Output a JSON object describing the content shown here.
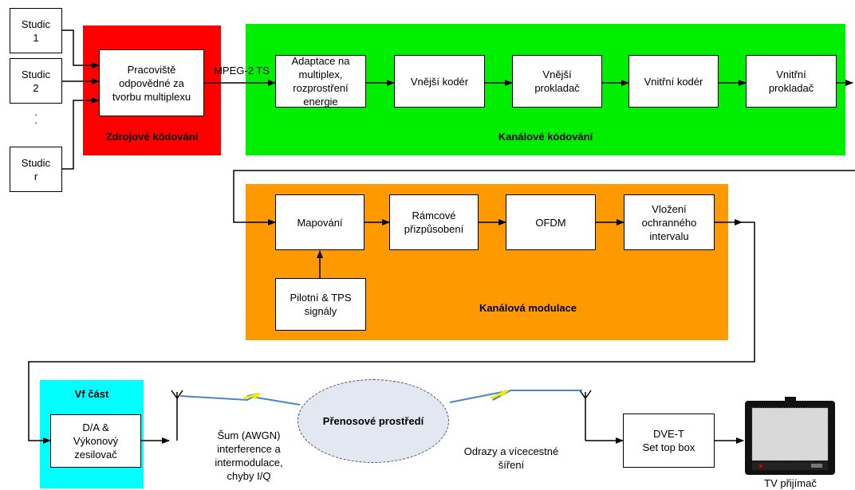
{
  "sources": [
    {
      "label": "Studic\n1"
    },
    {
      "label": "Studic\n2"
    },
    {
      "label": "Studic\nr"
    }
  ],
  "source_dots": ".\n.",
  "regions": {
    "source": {
      "label": "Zdrojové kódování",
      "color": "#ff0000"
    },
    "channel": {
      "label": "Kanálové kódování",
      "color": "#00ee00"
    },
    "modulation": {
      "label": "Kanálová modulace",
      "color": "#ff9900"
    },
    "rf": {
      "label": "Vf část",
      "color": "#00ffff"
    }
  },
  "blocks": {
    "mux": "Pracoviště\nodpovědné za\ntvorbu multiplexu",
    "adapt": "Adaptace na\nmultiplex,\nrozprostření\nenergie",
    "outer_coder": "Vnější kodér",
    "outer_interleaver": "Vnější\nprokladač",
    "inner_coder": "Vnitřní kodér",
    "inner_interleaver": "Vnitřní\nprokladač",
    "mapping": "Mapování",
    "frame": "Rámcové\npřizpůsobení",
    "ofdm": "OFDM",
    "guard": "Vložení\nochranného\nintervalu",
    "pilots": "Pilotní & TPS\nsignály",
    "dac": "D/A &\nVýkonový\nzesilovač",
    "settop": "DVE-T\nSet top box"
  },
  "link_label": "MPEG-2 TS",
  "channel_medium": "Přenosové prostředí",
  "noise_text": "Šum (AWGN)\ninterference a\nintermodulace,\nchyby I/Q",
  "multipath_text": "Odrazy a vícecestné\nšíření",
  "tv_label": "TV přijímač"
}
